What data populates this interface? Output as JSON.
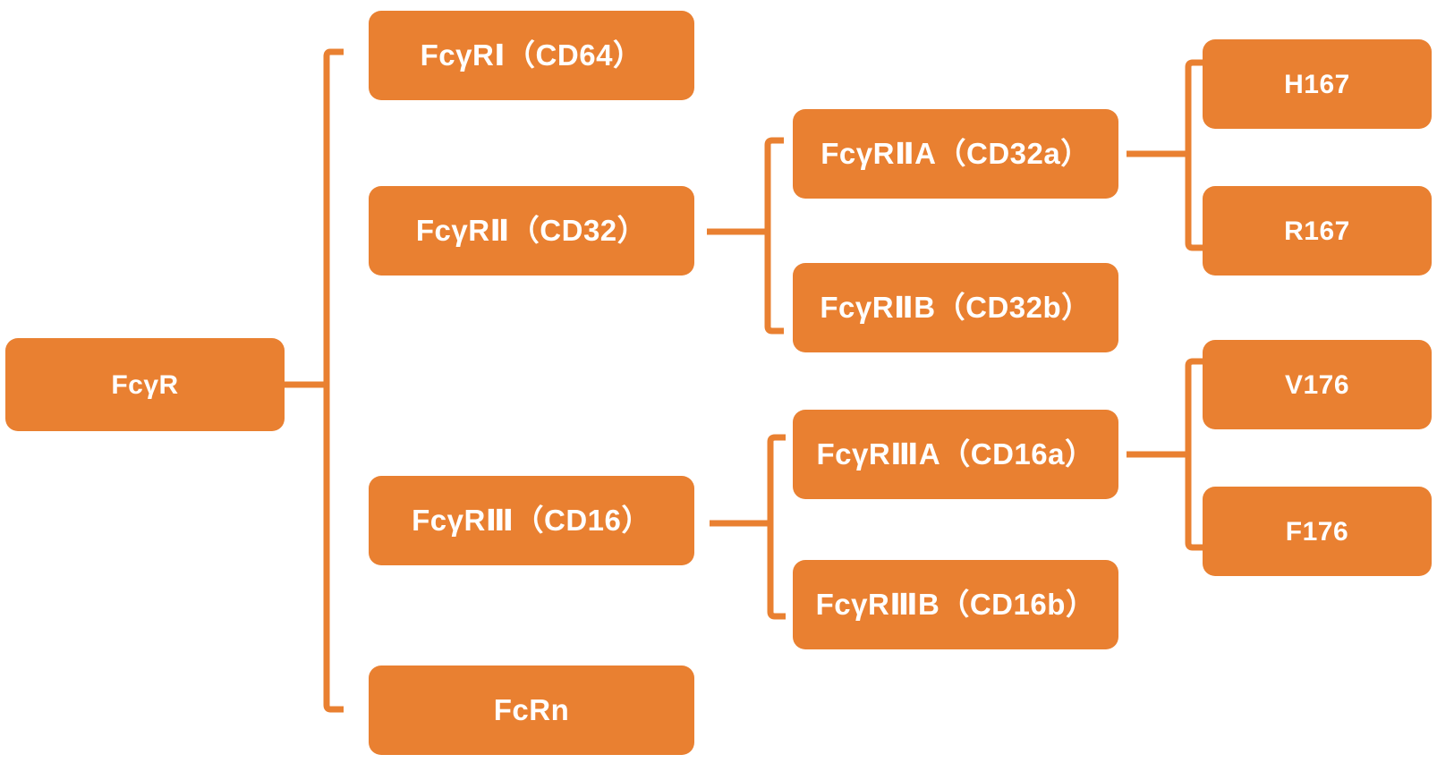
{
  "diagram": {
    "title": "FcγR receptor family hierarchy",
    "accent_color": "#E98031",
    "text_color": "#FFFFFF",
    "background_color": "#FFFFFF",
    "type": "tree"
  },
  "nodes": {
    "root": {
      "label": "FcγR"
    },
    "level1": [
      {
        "id": "fcgr1",
        "label": "FcγRⅠ（CD64）"
      },
      {
        "id": "fcgr2",
        "label": "FcγRⅡ（CD32）"
      },
      {
        "id": "fcgr3",
        "label": "FcγRⅢ（CD16）"
      },
      {
        "id": "fcrn",
        "label": "FcRn"
      }
    ],
    "level2": [
      {
        "id": "fcgr2a",
        "label": "FcγRⅡA（CD32a）",
        "parent": "fcgr2"
      },
      {
        "id": "fcgr2b",
        "label": "FcγRⅡB（CD32b）",
        "parent": "fcgr2"
      },
      {
        "id": "fcgr3a",
        "label": "FcγRⅢA（CD16a）",
        "parent": "fcgr3"
      },
      {
        "id": "fcgr3b",
        "label": "FcγRⅢB（CD16b）",
        "parent": "fcgr3"
      }
    ],
    "level3": [
      {
        "id": "h167",
        "label": "H167",
        "parent": "fcgr2a"
      },
      {
        "id": "r167",
        "label": "R167",
        "parent": "fcgr2a"
      },
      {
        "id": "v176",
        "label": "V176",
        "parent": "fcgr3a"
      },
      {
        "id": "f176",
        "label": "F176",
        "parent": "fcgr3a"
      }
    ]
  }
}
